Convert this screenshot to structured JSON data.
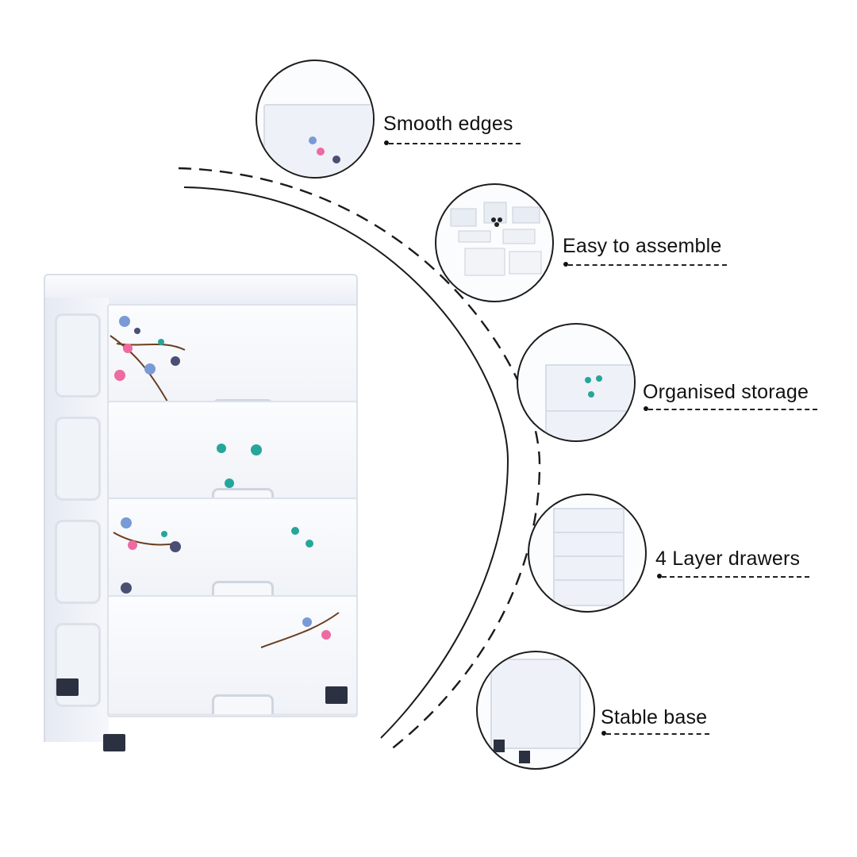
{
  "features": [
    {
      "label": "Smooth edges",
      "thumb": "lid-corner-closeup"
    },
    {
      "label": "Easy to assemble",
      "thumb": "disassembled-parts"
    },
    {
      "label": "Organised storage",
      "thumb": "stacked-drawers-closeup"
    },
    {
      "label": "4 Layer drawers",
      "thumb": "full-cabinet-front"
    },
    {
      "label": "Stable base",
      "thumb": "base-with-legs"
    }
  ],
  "colors": {
    "background": "#ffffff",
    "cabinet_body": "#f2f4f9",
    "legs": "#2b3140",
    "flower_blue": "#7a9ad6",
    "flower_pink": "#ee6aa0",
    "flower_teal": "#26a69a",
    "flower_navy": "#4a4f74",
    "branch_brown": "#6b3e1f"
  },
  "cabinet": {
    "drawer_count": 4
  }
}
